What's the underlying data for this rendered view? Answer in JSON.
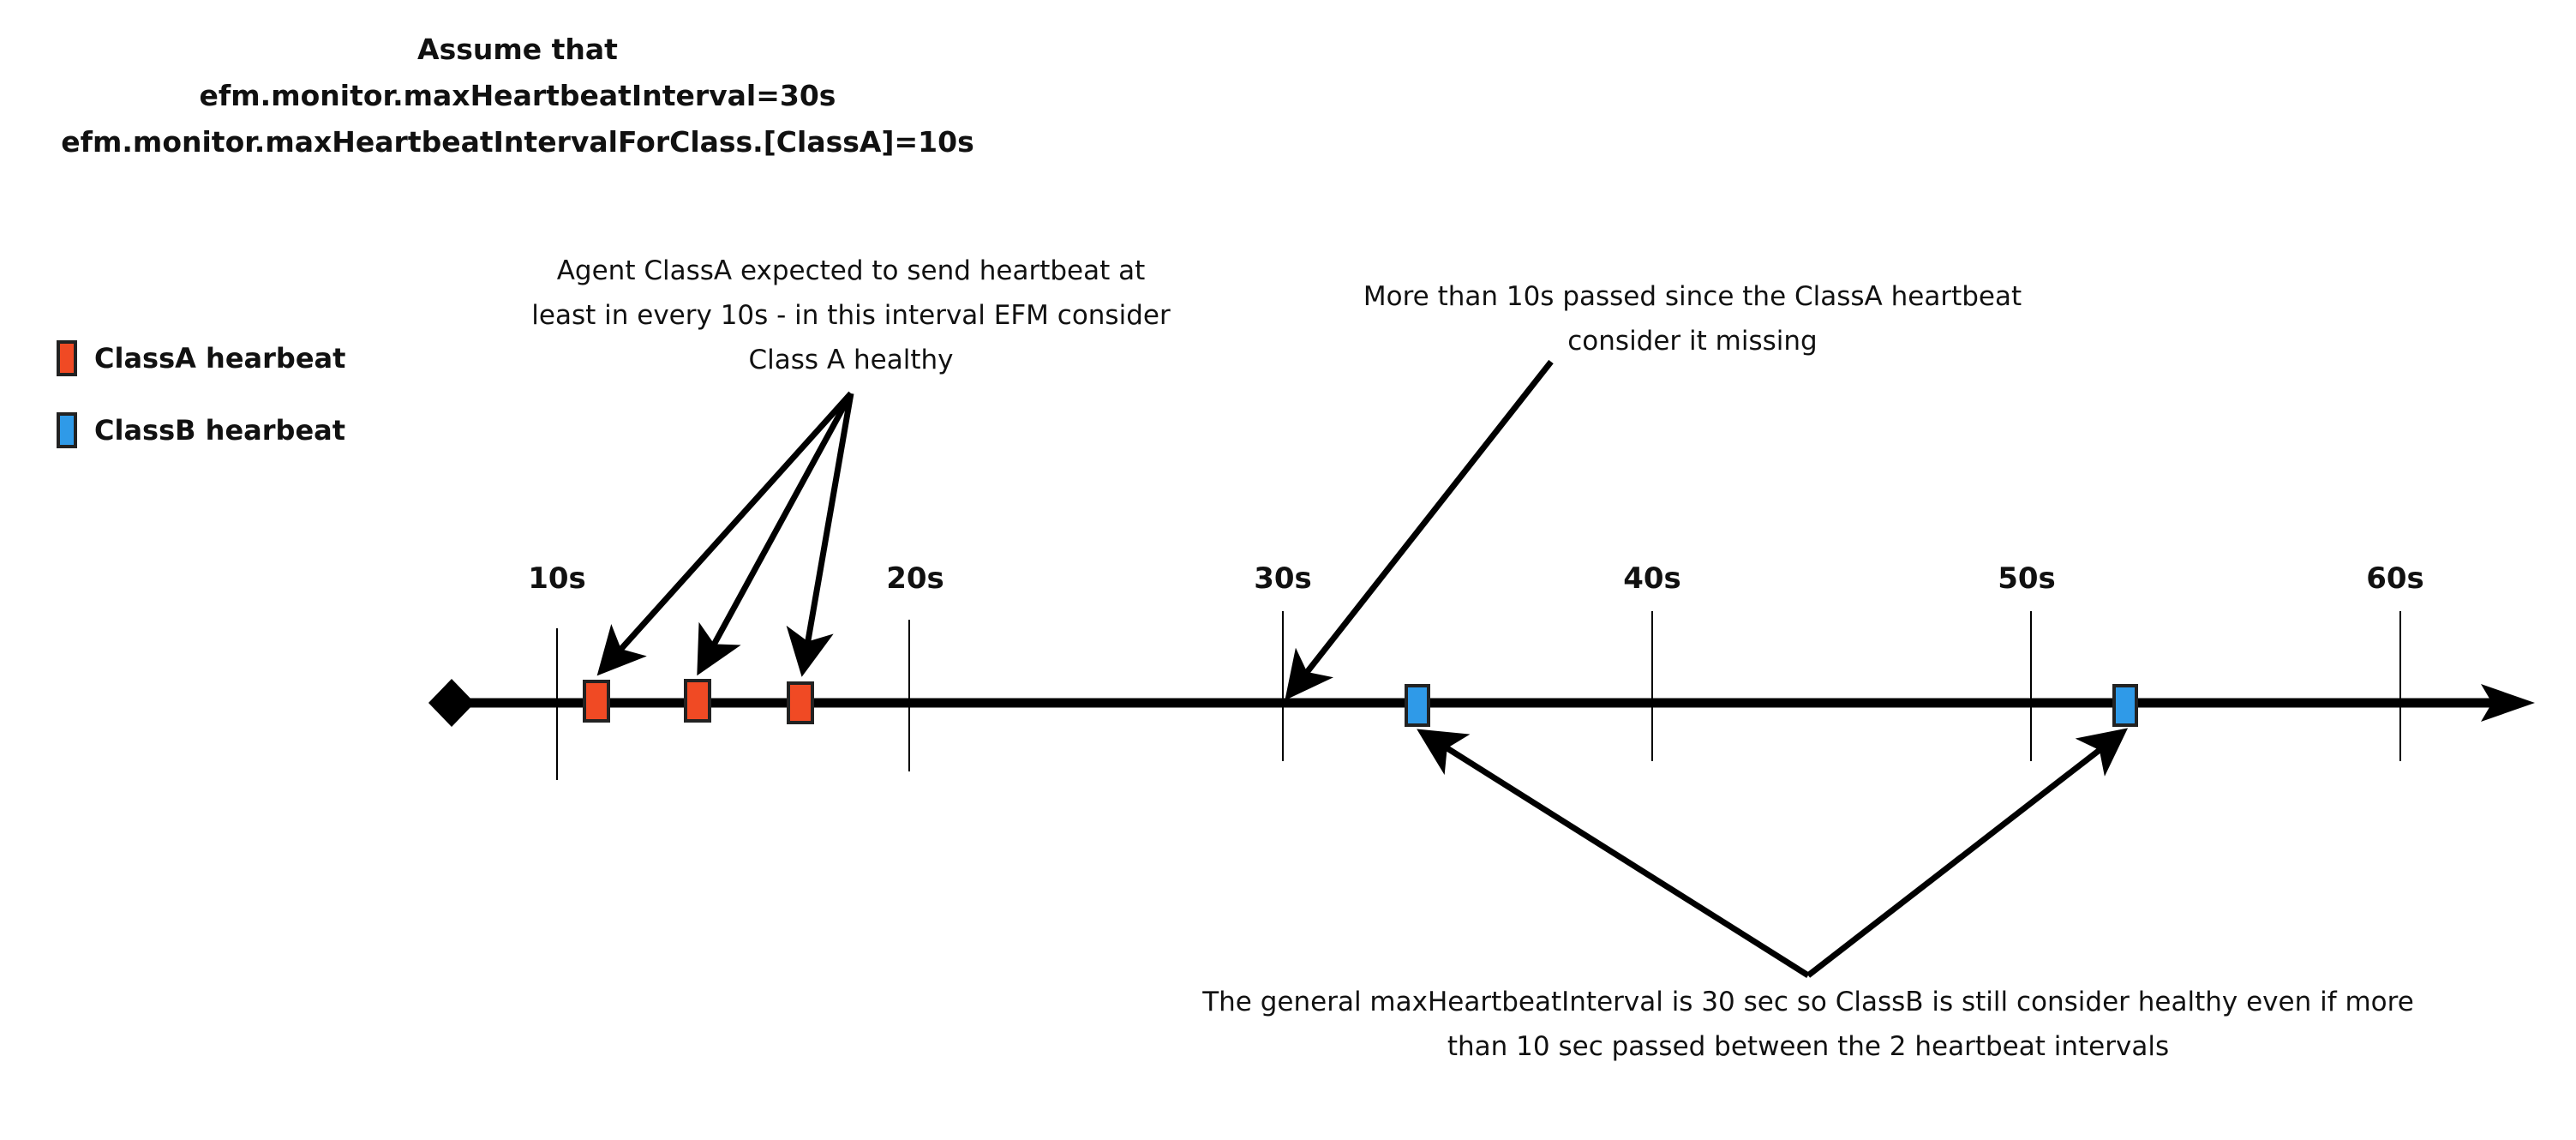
{
  "header": {
    "line1": "Assume that",
    "line2": "efm.monitor.maxHeartbeatInterval=30s",
    "line3": "efm.monitor.maxHeartbeatIntervalForClass.[ClassA]=10s"
  },
  "legend": [
    {
      "label": "ClassA hearbeat",
      "color": "#f04a24"
    },
    {
      "label": "ClassB hearbeat",
      "color": "#2f9ae8"
    }
  ],
  "annotations": {
    "classA": [
      "Agent ClassA  expected to send heartbeat at",
      "least in every 10s - in this interval EFM consider",
      "Class A healthy"
    ],
    "missing": [
      "More than 10s passed since the ClassA heartbeat",
      "consider it missing"
    ],
    "classB": [
      "The general maxHeartbeatInterval is 30 sec so ClassB is still consider healthy even if more",
      "than 10 sec passed between the 2 heartbeat intervals"
    ]
  },
  "timeline": {
    "ticks": [
      "10s",
      "20s",
      "30s",
      "40s",
      "50s",
      "60s"
    ],
    "classA_heartbeats_s": [
      10.8,
      13.4,
      16.2
    ],
    "classB_heartbeats_s": [
      33.6,
      52.7
    ]
  }
}
